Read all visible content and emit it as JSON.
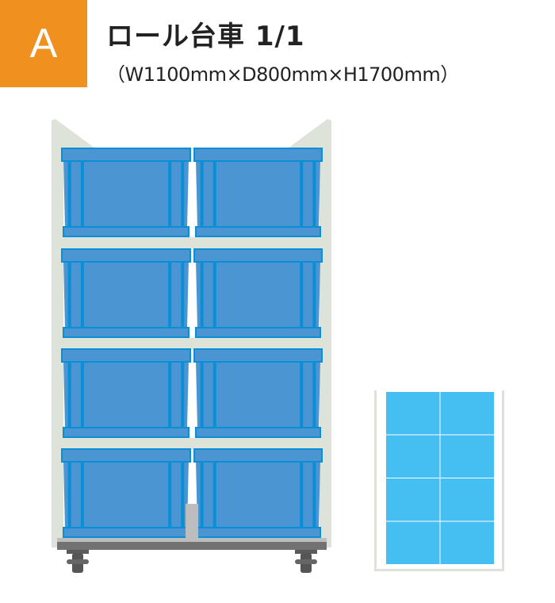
{
  "badge": "A",
  "title": "ロール台車 1/1",
  "dimensions": "（W1100mm×D800mm×H1700mm）",
  "colors": {
    "badge": "#F0901E",
    "crate": "#4A95D2",
    "crate_rib": "#0A8FD6",
    "frame": "#DDE3D8",
    "base": "#727272",
    "wheel": "#555555",
    "plan_cell": "#45BEF2"
  },
  "cart": {
    "rows": 4,
    "columns": 2
  },
  "plan": {
    "rows": 4,
    "columns": 2
  }
}
